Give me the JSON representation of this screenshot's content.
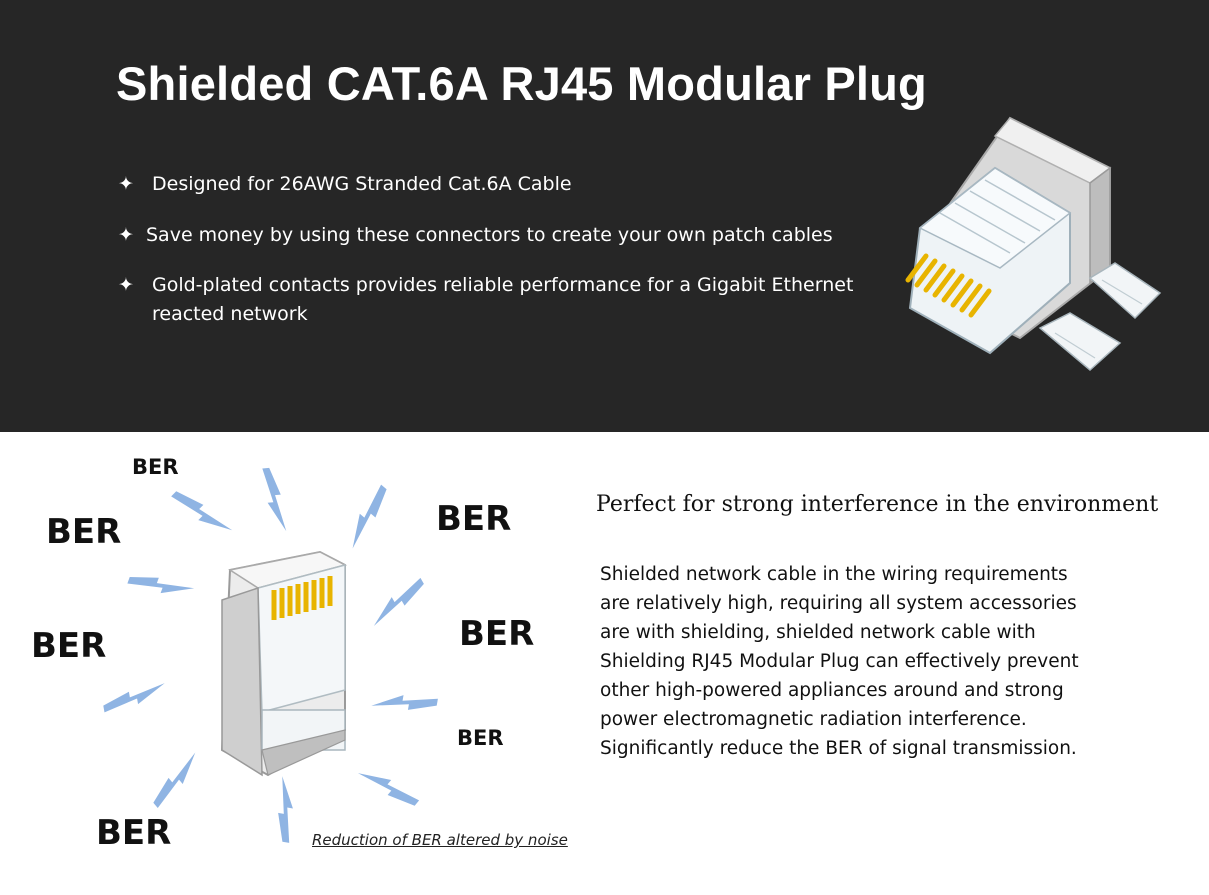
{
  "header": {
    "title": "Shielded CAT.6A RJ45 Modular Plug",
    "features": [
      "Designed for 26AWG Stranded Cat.6A Cable",
      "Save money by using these connectors to create your own patch cables",
      "Gold-plated contacts provides reliable performance for a Gigabit Ethernet reacted network"
    ],
    "bullet_icon": "sparkle-star-icon"
  },
  "diagram": {
    "ber_label": "BER",
    "caption": "Reduction of BER altered by noise",
    "bolt_color": "#8fb4e3"
  },
  "info": {
    "heading": "Perfect for strong interference in the environment",
    "paragraph_lines": [
      "Shielded network cable in the wiring requirements",
      "are relatively high, requiring all system accessories",
      "are with shielding, shielded network cable with",
      "Shielding RJ45 Modular Plug can effectively prevent",
      "other high-powered appliances around and strong",
      "power electromagnetic radiation interference.",
      "Significantly reduce the BER of signal transmission."
    ]
  },
  "colors": {
    "header_bg": "#262626",
    "gold": "#e8b400",
    "metal": "#c8c8c8"
  }
}
